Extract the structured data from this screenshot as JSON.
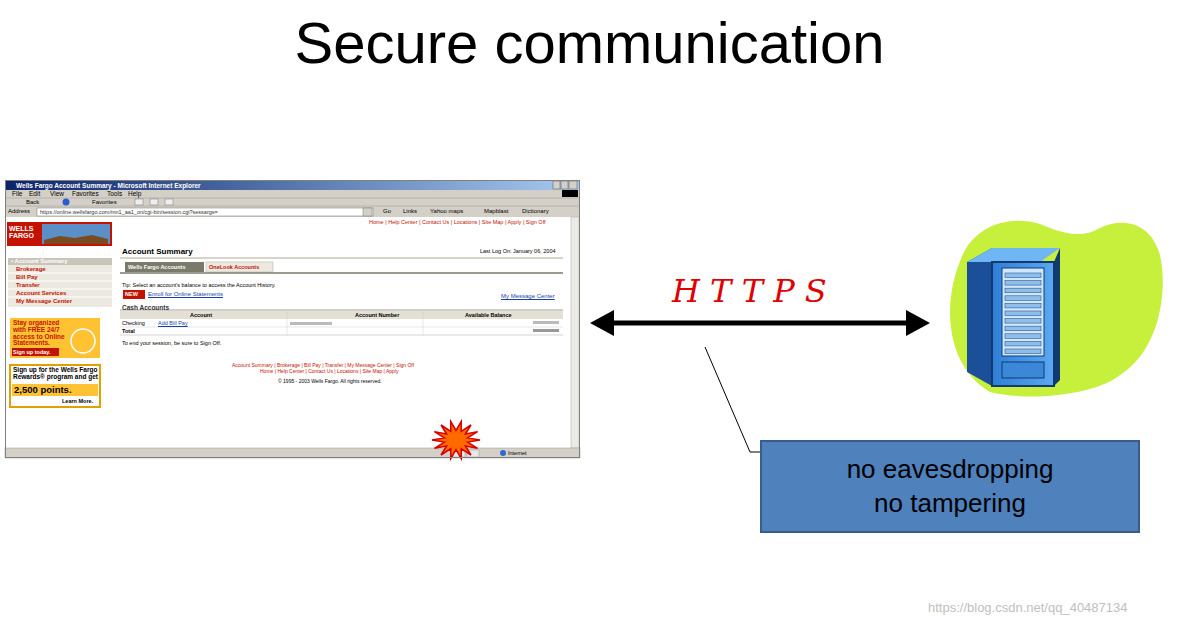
{
  "diagram": {
    "title": "Secure communication",
    "nodes": [
      {
        "text": [
          "Wells Fargo Account Summary - Microsoft Internet Explorer"
        ]
      },
      {
        "text": [
          "no eavesdropping no tampering"
        ]
      }
    ],
    "labels": [
      "File",
      "Edit",
      "View",
      "Favorites",
      "Tools",
      "Help",
      "Back",
      "Favorites",
      "Address",
      "https://online.wellsfargo.com/mn1_aa1_on/cgi-bin/session.cgi?sessargs=",
      "Go",
      "Links",
      "Yahoo maps",
      "Mapblast",
      "Dictionary",
      "Home | Help Center | Contact Us | Locations | Site Map | Apply | Sign Off",
      "WELLS FARGO",
      "• Account Summary",
      "Brokerage",
      "Bill Pay",
      "Transfer",
      "Account Services",
      "My Message Center",
      "Stay organized with FREE 24/7 access to Online Statements.",
      "Sign up today.",
      "Sign up for the Wells Fargo Rewards® program and get",
      "2,500 points.",
      "Learn More.",
      "Account Summary",
      "Last Log On: January 06, 2004",
      "Wells Fargo Accounts",
      "OneLook Accounts",
      "Tip: Select an account's balance to access the Account History.",
      "NEW",
      "Enroll for Online Statements",
      "My Message Center",
      "Cash Accounts",
      "Account",
      "Account Number",
      "Available Balance",
      "Checking",
      "Add Bill Pay",
      "Total",
      "To end your session, be sure to Sign Off.",
      "Account Summary | Brokerage | Bill Pay | Transfer | My Message Center | Sign Off",
      "Home | Help Center | Contact Us | Locations | Site Map | Apply",
      "© 1995 - 2003 Wells Fargo. All rights reserved.",
      "Internet",
      "HTTPS",
      "https://blog.csdn.net/qq_40487134"
    ]
  }
}
